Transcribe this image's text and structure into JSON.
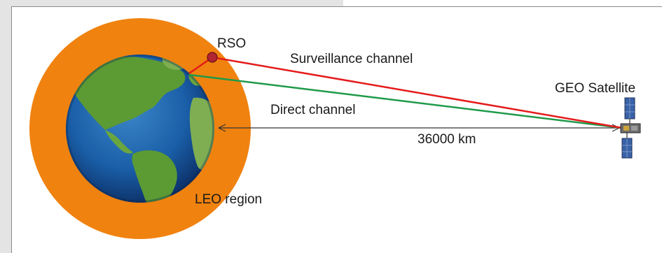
{
  "labels": {
    "rso": "RSO",
    "surveillance_channel": "Surveillance channel",
    "geo_satellite": "GEO Satellite",
    "direct_channel": "Direct channel",
    "distance": "36000 km",
    "leo_region": "LEO region"
  },
  "colors": {
    "leo_region": "#f0820f",
    "ocean": "#1a5fa8",
    "land": "#5c9a34",
    "surveillance_channel": "#e41b1b",
    "direct_channel": "#1f9a4a",
    "rso_marker": "#b22532",
    "distance_arrow": "#333333"
  }
}
